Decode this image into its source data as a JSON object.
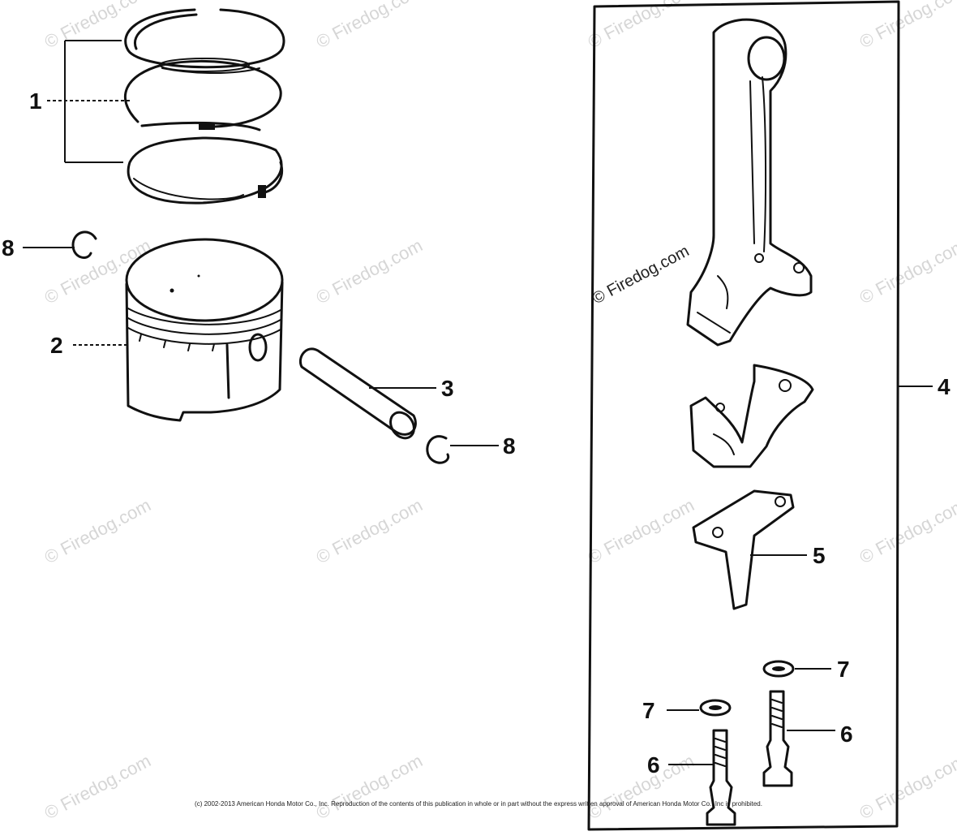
{
  "callouts": {
    "c1": "1",
    "c2": "2",
    "c3": "3",
    "c4": "4",
    "c5": "5",
    "c6a": "6",
    "c6b": "6",
    "c7a": "7",
    "c7b": "7",
    "c8a": "8",
    "c8b": "8"
  },
  "watermark": {
    "text": "© Firedog.com",
    "prominent": "© Firedog.com"
  },
  "copyright": "(c) 2002-2013 American Honda Motor Co., Inc. Reproduction of the contents of this publication in whole or in part without the express written approval of American Honda Motor Co., Inc is prohibited."
}
